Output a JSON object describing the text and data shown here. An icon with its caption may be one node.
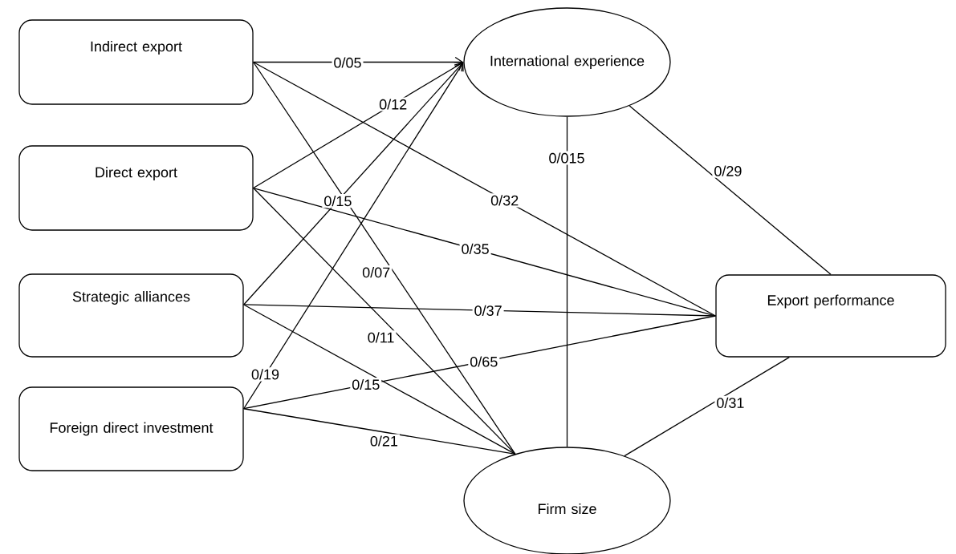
{
  "diagram": {
    "nodes": [
      {
        "text": [
          "Indirect export"
        ]
      },
      {
        "text": [
          "Direct export"
        ]
      },
      {
        "text": [
          "Strategic alliances"
        ]
      },
      {
        "text": [
          "Foreign direct investment"
        ]
      },
      {
        "text": [
          "International experience"
        ]
      },
      {
        "text": [
          "Export performance"
        ]
      },
      {
        "text": [
          "Firm size"
        ]
      }
    ],
    "edges": [
      {
        "from": 0,
        "to": 4,
        "arrow": "to",
        "label": "0/05"
      },
      {
        "from": 1,
        "to": 4,
        "arrow": "to",
        "label": "0/12"
      },
      {
        "from": 2,
        "to": 4,
        "arrow": "to",
        "label": "0/15"
      },
      {
        "from": 3,
        "to": 4,
        "arrow": "to",
        "label": "0/19"
      },
      {
        "from": 0,
        "to": 5,
        "arrow": "none",
        "label": "0/32"
      },
      {
        "from": 1,
        "to": 5,
        "arrow": "none",
        "label": "0/35"
      },
      {
        "from": 2,
        "to": 5,
        "arrow": "none",
        "label": "0/37"
      },
      {
        "from": 3,
        "to": 5,
        "arrow": "none",
        "label": "0/65"
      },
      {
        "from": 0,
        "to": 6,
        "arrow": "none",
        "label": "0/07"
      },
      {
        "from": 1,
        "to": 6,
        "arrow": "none",
        "label": "0/11"
      },
      {
        "from": 2,
        "to": 6,
        "arrow": "none",
        "label": "0/15"
      },
      {
        "from": 3,
        "to": 6,
        "arrow": "none",
        "label": "0/21"
      },
      {
        "from": 4,
        "to": 6,
        "arrow": "none",
        "label": "0/015"
      },
      {
        "from": 4,
        "to": 5,
        "arrow": "none",
        "label": "0/29"
      },
      {
        "from": 6,
        "to": 5,
        "arrow": "none",
        "label": "0/31"
      }
    ]
  }
}
